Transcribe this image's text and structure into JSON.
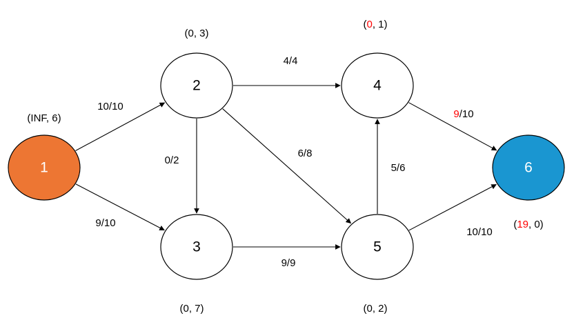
{
  "colors": {
    "node_fill_default": "#ffffff",
    "node_stroke": "#000000",
    "source_fill": "#ed7633",
    "sink_fill": "#1a96d1",
    "highlight_text": "#ff0000",
    "edge": "#000000"
  },
  "nodes": [
    {
      "id": "1",
      "label": "1",
      "fill": "#ed7633",
      "text_color": "#ffffff",
      "annotation": [
        {
          "text": "(INF, 6)"
        }
      ]
    },
    {
      "id": "2",
      "label": "2",
      "fill": "#ffffff",
      "text_color": "#000000",
      "annotation": [
        {
          "text": "(0, 3)"
        }
      ]
    },
    {
      "id": "3",
      "label": "3",
      "fill": "#ffffff",
      "text_color": "#000000",
      "annotation": [
        {
          "text": "(0, 7)"
        }
      ]
    },
    {
      "id": "4",
      "label": "4",
      "fill": "#ffffff",
      "text_color": "#000000",
      "annotation": [
        {
          "text": "("
        },
        {
          "text": "0",
          "highlight": true
        },
        {
          "text": ", 1)"
        }
      ]
    },
    {
      "id": "5",
      "label": "5",
      "fill": "#ffffff",
      "text_color": "#000000",
      "annotation": [
        {
          "text": "(0, 2)"
        }
      ]
    },
    {
      "id": "6",
      "label": "6",
      "fill": "#1a96d1",
      "text_color": "#ffffff",
      "annotation": [
        {
          "text": "("
        },
        {
          "text": "19",
          "highlight": true
        },
        {
          "text": ", 0)"
        }
      ]
    }
  ],
  "edges": [
    {
      "from": "1",
      "to": "2",
      "label": [
        {
          "text": "10/10"
        }
      ]
    },
    {
      "from": "1",
      "to": "3",
      "label": [
        {
          "text": "9/10"
        }
      ]
    },
    {
      "from": "2",
      "to": "4",
      "label": [
        {
          "text": "4/4"
        }
      ]
    },
    {
      "from": "2",
      "to": "3",
      "label": [
        {
          "text": "0/2"
        }
      ]
    },
    {
      "from": "2",
      "to": "5",
      "label": [
        {
          "text": "6/8"
        }
      ]
    },
    {
      "from": "3",
      "to": "5",
      "label": [
        {
          "text": "9/9"
        }
      ]
    },
    {
      "from": "5",
      "to": "4",
      "label": [
        {
          "text": "5/6"
        }
      ]
    },
    {
      "from": "4",
      "to": "6",
      "label": [
        {
          "text": "9",
          "highlight": true
        },
        {
          "text": "/10"
        }
      ]
    },
    {
      "from": "5",
      "to": "6",
      "label": [
        {
          "text": "10/10"
        }
      ]
    }
  ]
}
